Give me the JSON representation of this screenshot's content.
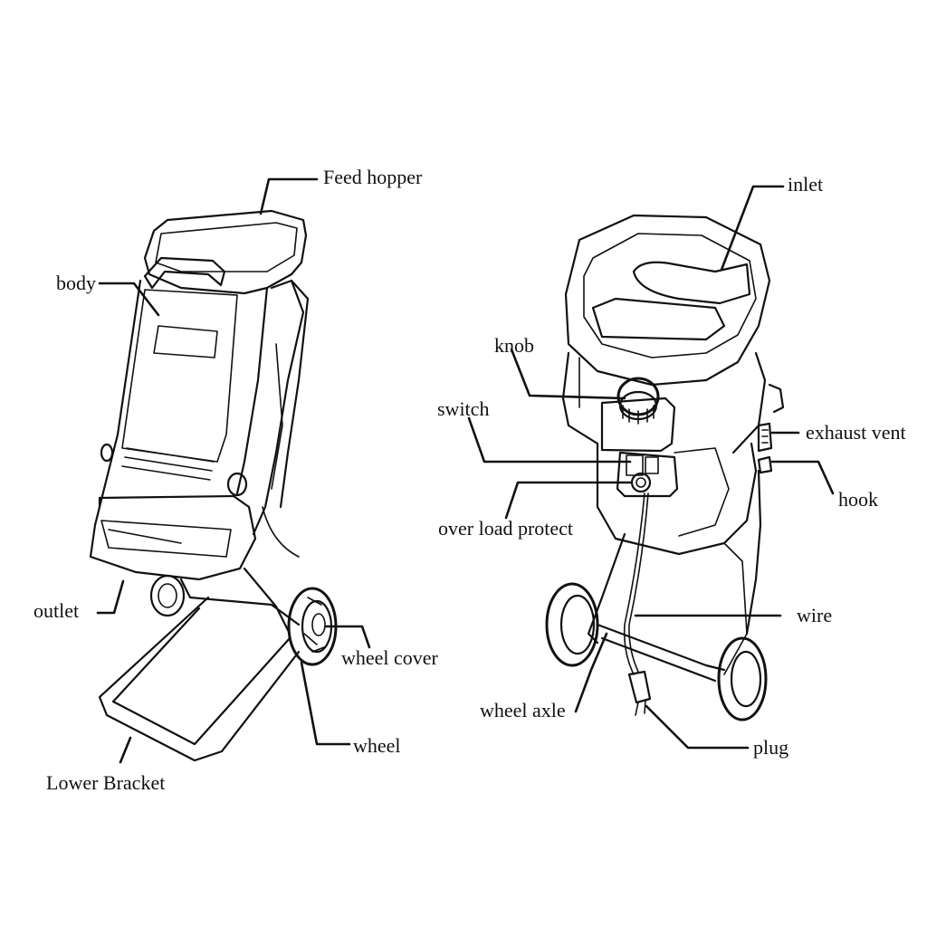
{
  "labels": {
    "feed_hopper": "Feed hopper",
    "body": "body",
    "outlet": "outlet",
    "wheel_cover": "wheel cover",
    "wheel": "wheel",
    "lower_bracket": "Lower Bracket",
    "inlet": "inlet",
    "knob": "knob",
    "switch": "switch",
    "over_load_protect": "over load protect",
    "exhaust_vent": "exhaust vent",
    "hook": "hook",
    "wire": "wire",
    "wheel_axle": "wheel axle",
    "plug": "plug"
  },
  "colors": {
    "ink": "#111111",
    "background": "#ffffff"
  }
}
